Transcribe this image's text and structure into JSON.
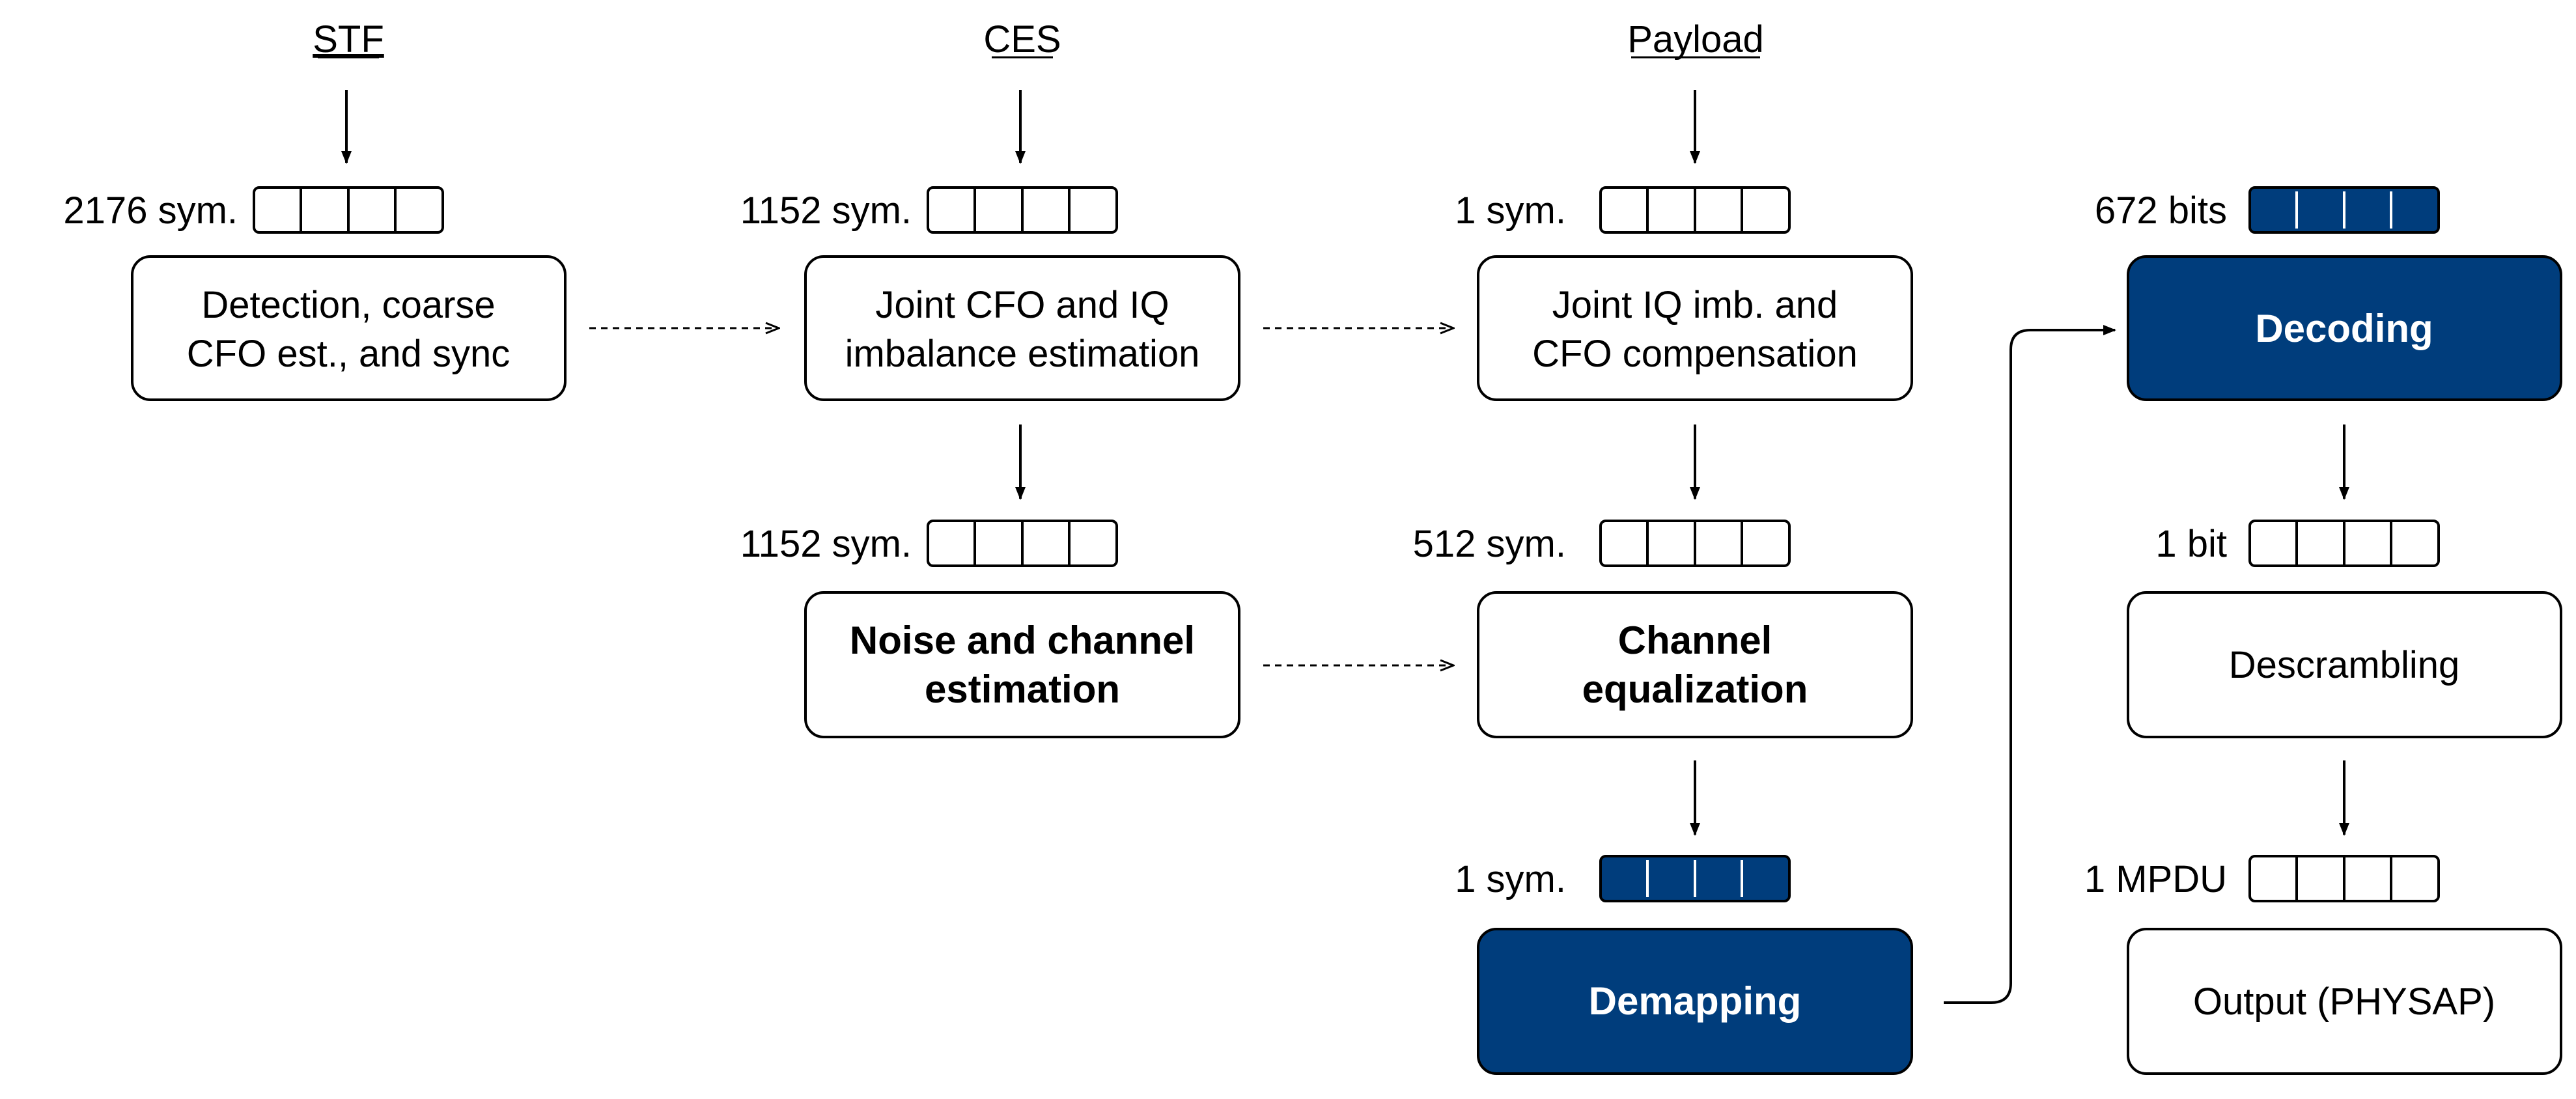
{
  "colors": {
    "accent": "#003d7c",
    "stroke": "#000000",
    "background": "#ffffff"
  },
  "headers": {
    "stf": "STF",
    "ces": "CES",
    "payload": "Payload"
  },
  "buffers": {
    "stf_in": "2176 sym.",
    "ces_in": "1152 sym.",
    "payload_in": "1 sym.",
    "decoding_in": "672 bits",
    "noise_in": "1152 sym.",
    "equalization_in": "512 sym.",
    "descrambling_in": "1 bit",
    "demapping_in": "1 sym.",
    "output_in": "1 MPDU"
  },
  "blocks": {
    "detection": [
      "Detection, coarse",
      "CFO est., and  sync"
    ],
    "joint_cfo_iq": [
      "Joint CFO and IQ",
      "imbalance estimation"
    ],
    "joint_iq_cfo_comp": [
      "Joint IQ imb. and",
      "CFO compensation"
    ],
    "decoding": [
      "Decoding"
    ],
    "noise_channel": [
      "Noise and channel",
      "estimation"
    ],
    "channel_equalization": [
      "Channel",
      "equalization"
    ],
    "descrambling": [
      "Descrambling"
    ],
    "demapping": [
      "Demapping"
    ],
    "output": [
      "Output (PHYSAP)"
    ]
  }
}
